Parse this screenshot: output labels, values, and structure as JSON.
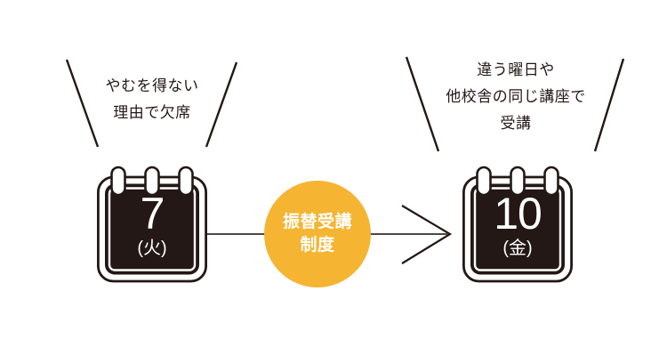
{
  "figure": {
    "title": "振替受講制度",
    "background_color": "#ffffff",
    "ink_color": "#231815",
    "accent_color": "#f5b533"
  },
  "left_note": {
    "text": "やむを得ない\n理由で欠席"
  },
  "right_note": {
    "text": "違う曜日や\n他校舎の同じ講座で\n受講"
  },
  "calendar_from": {
    "day": "7",
    "day_of_week": "(火)",
    "fill_color": "#231815",
    "text_color": "#ffffff"
  },
  "calendar_to": {
    "day": "10",
    "day_of_week": "(金)",
    "fill_color": "#231815",
    "text_color": "#ffffff"
  },
  "badge": {
    "label": "振替受講\n制度",
    "background_color": "#f5b533",
    "text_color": "#ffffff"
  },
  "arrow": {
    "direction": "right",
    "color": "#231815"
  }
}
